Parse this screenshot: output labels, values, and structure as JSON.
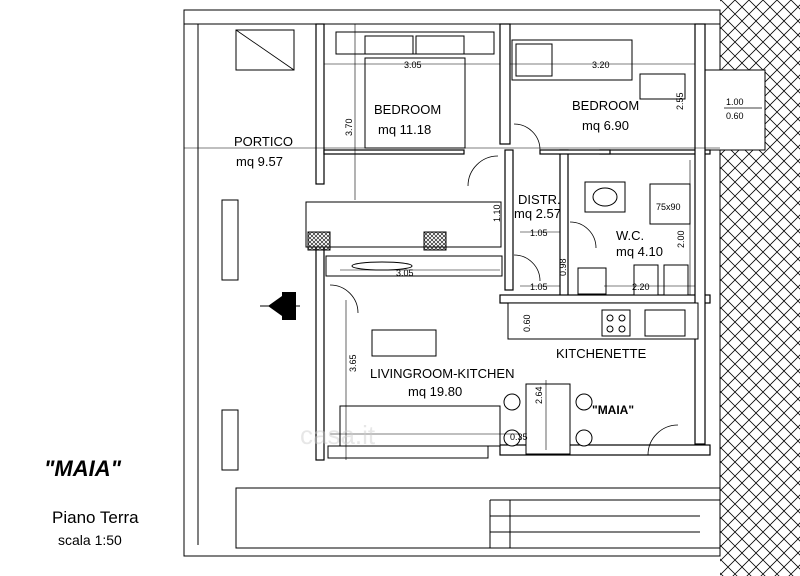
{
  "project": {
    "title": "\"MAIA\"",
    "floor": "Piano Terra",
    "scale": "scala 1:50",
    "plan_label": "\"MAIA\""
  },
  "rooms": {
    "bedroom1": {
      "name": "BEDROOM",
      "area": "mq 11.18"
    },
    "bedroom2": {
      "name": "BEDROOM",
      "area": "mq 6.90"
    },
    "portico": {
      "name": "PORTICO",
      "area": "mq 9.57"
    },
    "distr": {
      "name": "DISTR.",
      "area": "mq 2.57"
    },
    "wc": {
      "name": "W.C.",
      "area": "mq 4.10"
    },
    "kitchenette": {
      "name": "KITCHENETTE"
    },
    "living": {
      "name": "LIVINGROOM-KITCHEN",
      "area": "mq 19.80"
    }
  },
  "dimensions": {
    "bed1_width": "3.05",
    "bed2_width": "3.20",
    "bed1_depth": "3.70",
    "bed2_depth": "2.55",
    "window_w": "1.00",
    "window_h": "0.60",
    "distr_depth": "1.10",
    "distr_width": "1.05",
    "shower": "75x90",
    "wc_depth": "2.00",
    "wc_small": "0.98",
    "corridor_width": "1.05",
    "wc_width": "2.20",
    "kitchen_depth": "0.60",
    "living_top_width": "3.05",
    "living_depth": "3.65",
    "table_depth": "2.64",
    "sofa_gap": "0.35"
  },
  "watermark": "casa.it"
}
